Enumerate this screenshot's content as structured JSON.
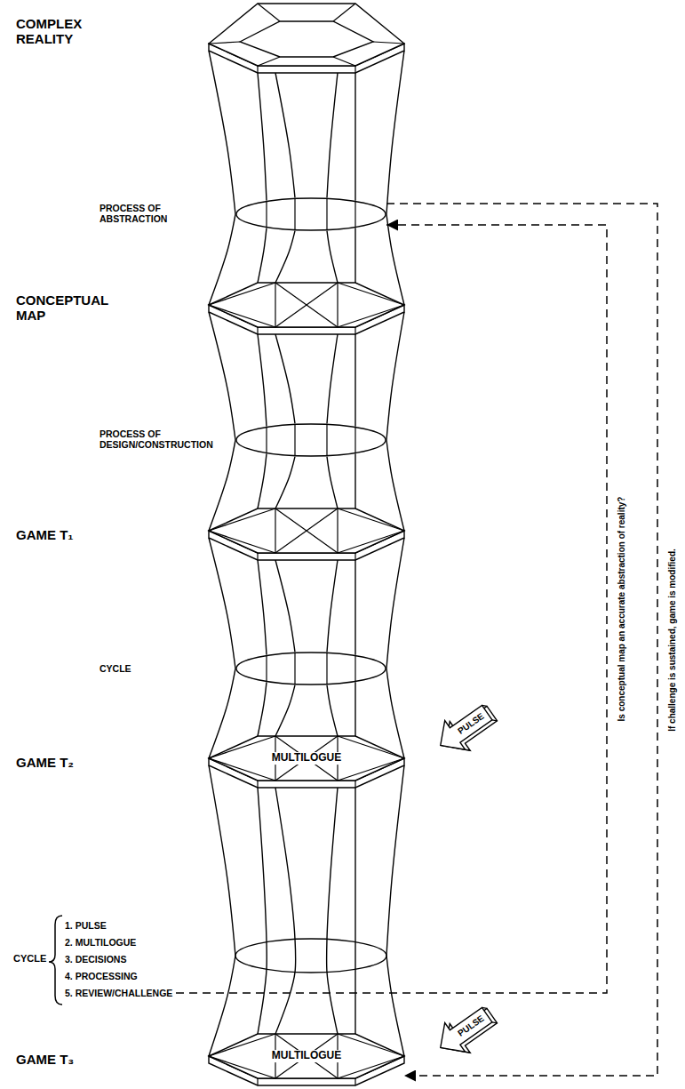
{
  "diagram": {
    "nodes": [
      {
        "text": [
          "COMPLEX REALITY"
        ]
      },
      {
        "text": [
          "PROCESS OF ABSTRACTION"
        ]
      },
      {
        "text": [
          "CONCEPTUAL MAP"
        ]
      },
      {
        "text": [
          "PROCESS OF DESIGN/CONSTRUCTION"
        ]
      },
      {
        "text": [
          "GAME T₁"
        ]
      },
      {
        "text": [
          "CYCLE"
        ]
      },
      {
        "text": [
          "GAME T₂",
          "MULTILOGUE"
        ]
      },
      {
        "text": [
          "PULSE"
        ]
      },
      {
        "text": [
          "CYCLE",
          "1. PULSE",
          "2. MULTILOGUE",
          "3. DECISIONS",
          "4. PROCESSING",
          "5. REVIEW/CHALLENGE"
        ]
      },
      {
        "text": [
          "GAME T₃",
          "MULTILOGUE"
        ]
      },
      {
        "text": [
          "PULSE"
        ]
      }
    ],
    "edges": [
      {
        "from": 0,
        "to": 1,
        "arrow": "none"
      },
      {
        "from": 1,
        "to": 2,
        "arrow": "none"
      },
      {
        "from": 2,
        "to": 3,
        "arrow": "none"
      },
      {
        "from": 3,
        "to": 4,
        "arrow": "none"
      },
      {
        "from": 4,
        "to": 5,
        "arrow": "none"
      },
      {
        "from": 5,
        "to": 6,
        "arrow": "none"
      },
      {
        "from": 6,
        "to": 9,
        "arrow": "none"
      },
      {
        "from": 8,
        "to": 1,
        "arrow": "to",
        "label": "Is conceptual map an accurate abstraction of reality?"
      },
      {
        "from": 1,
        "to": 9,
        "arrow": "to",
        "label": "If challenge is sustained, game is modified."
      }
    ]
  }
}
